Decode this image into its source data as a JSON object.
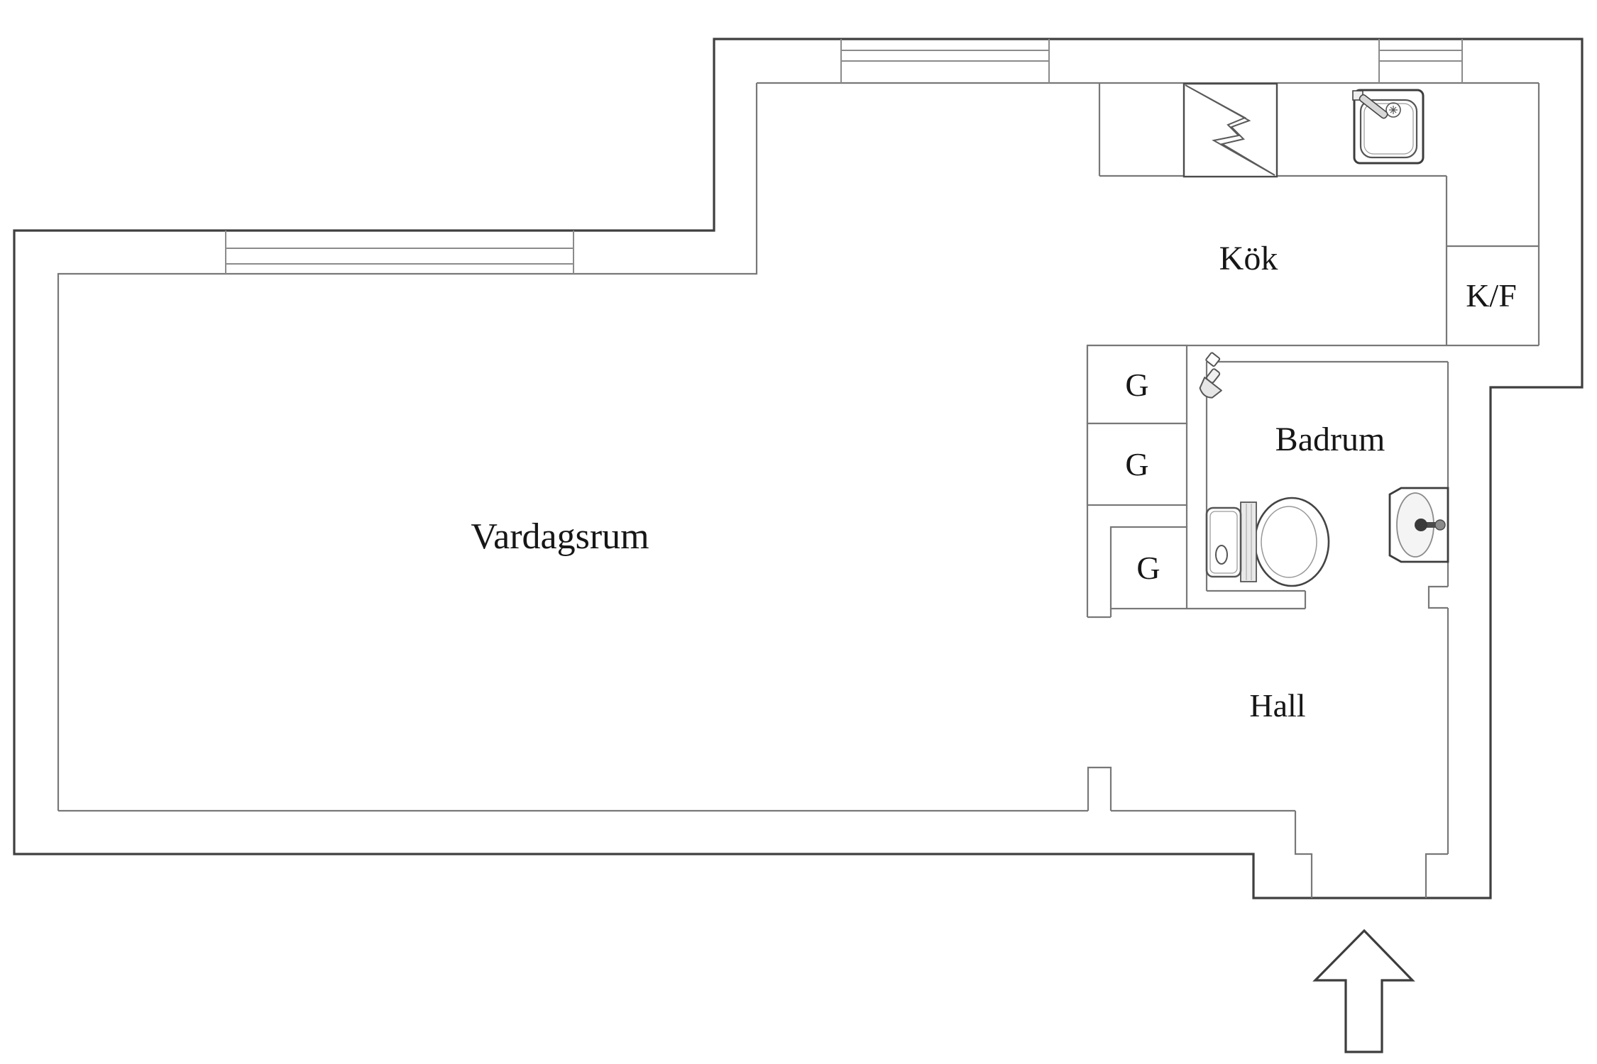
{
  "title": "Apartment floor plan",
  "rooms": {
    "vardagsrum": {
      "label": "Vardagsrum"
    },
    "kok": {
      "label": "Kök"
    },
    "kf": {
      "label": "K/F"
    },
    "badrum": {
      "label": "Badrum"
    },
    "hall": {
      "label": "Hall"
    },
    "closet1": {
      "label": "G"
    },
    "closet2": {
      "label": "G"
    },
    "closet3": {
      "label": "G"
    }
  },
  "icons": {
    "stove": "stove-lightning-icon",
    "kitchen_sink": "kitchen-sink-icon",
    "shower": "shower-head-icon",
    "toilet": "toilet-icon",
    "bathroom_sink": "washbasin-icon",
    "entry_arrow": "entry-arrow-up-icon",
    "windows": "window-double-line"
  },
  "colors": {
    "background": "#ffffff",
    "outer_wall": "#3f3f3f",
    "inner_wall": "#787878",
    "window_line": "#8b8b8b",
    "fixture_line": "#4a4a4a",
    "label_text": "#161616"
  }
}
